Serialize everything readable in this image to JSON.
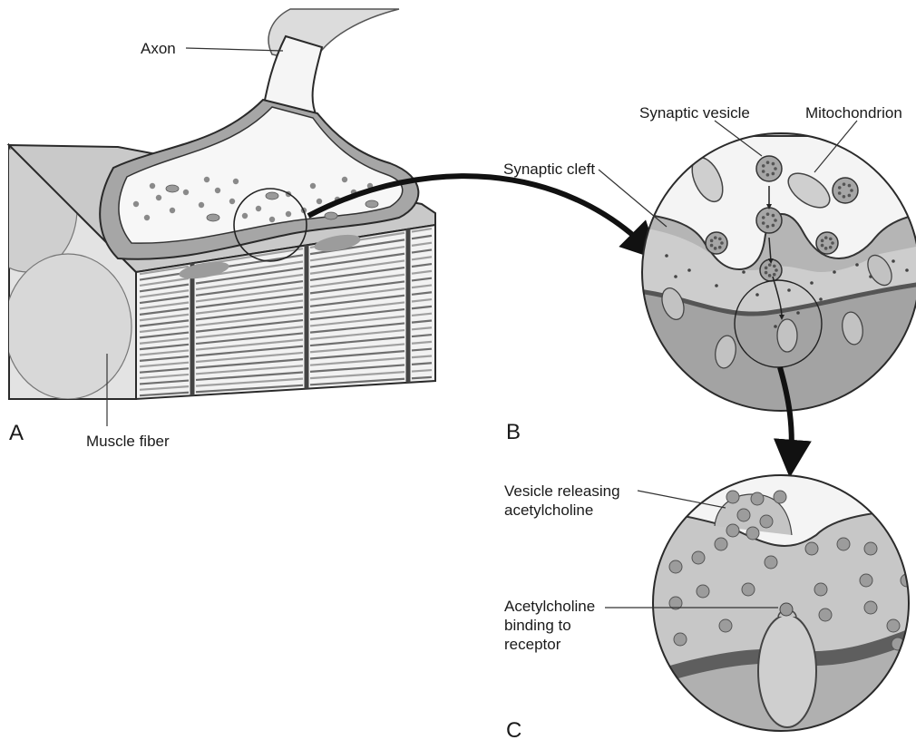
{
  "labels": {
    "axon": "Axon",
    "muscle_fiber": "Muscle fiber",
    "synaptic_vesicle": "Synaptic vesicle",
    "mitochondrion": "Mitochondrion",
    "synaptic_cleft": "Synaptic cleft",
    "vesicle_releasing_line1": "Vesicle releasing",
    "vesicle_releasing_line2": "acetylcholine",
    "ach_binding_line1": "Acetylcholine",
    "ach_binding_line2": "binding to",
    "ach_binding_line3": "receptor"
  },
  "panels": {
    "a": "A",
    "b": "B",
    "c": "C"
  },
  "colors": {
    "muscle_dark": "#6e6e6e",
    "muscle_mid": "#a9a9a9",
    "muscle_light": "#d9d9d9",
    "axon_fill": "#f7f7f7",
    "vesicle": "#9a9a9a",
    "cleft": "#c8c8c8",
    "membrane_dark": "#5a5a5a",
    "receptor": "#c2c2c2"
  }
}
